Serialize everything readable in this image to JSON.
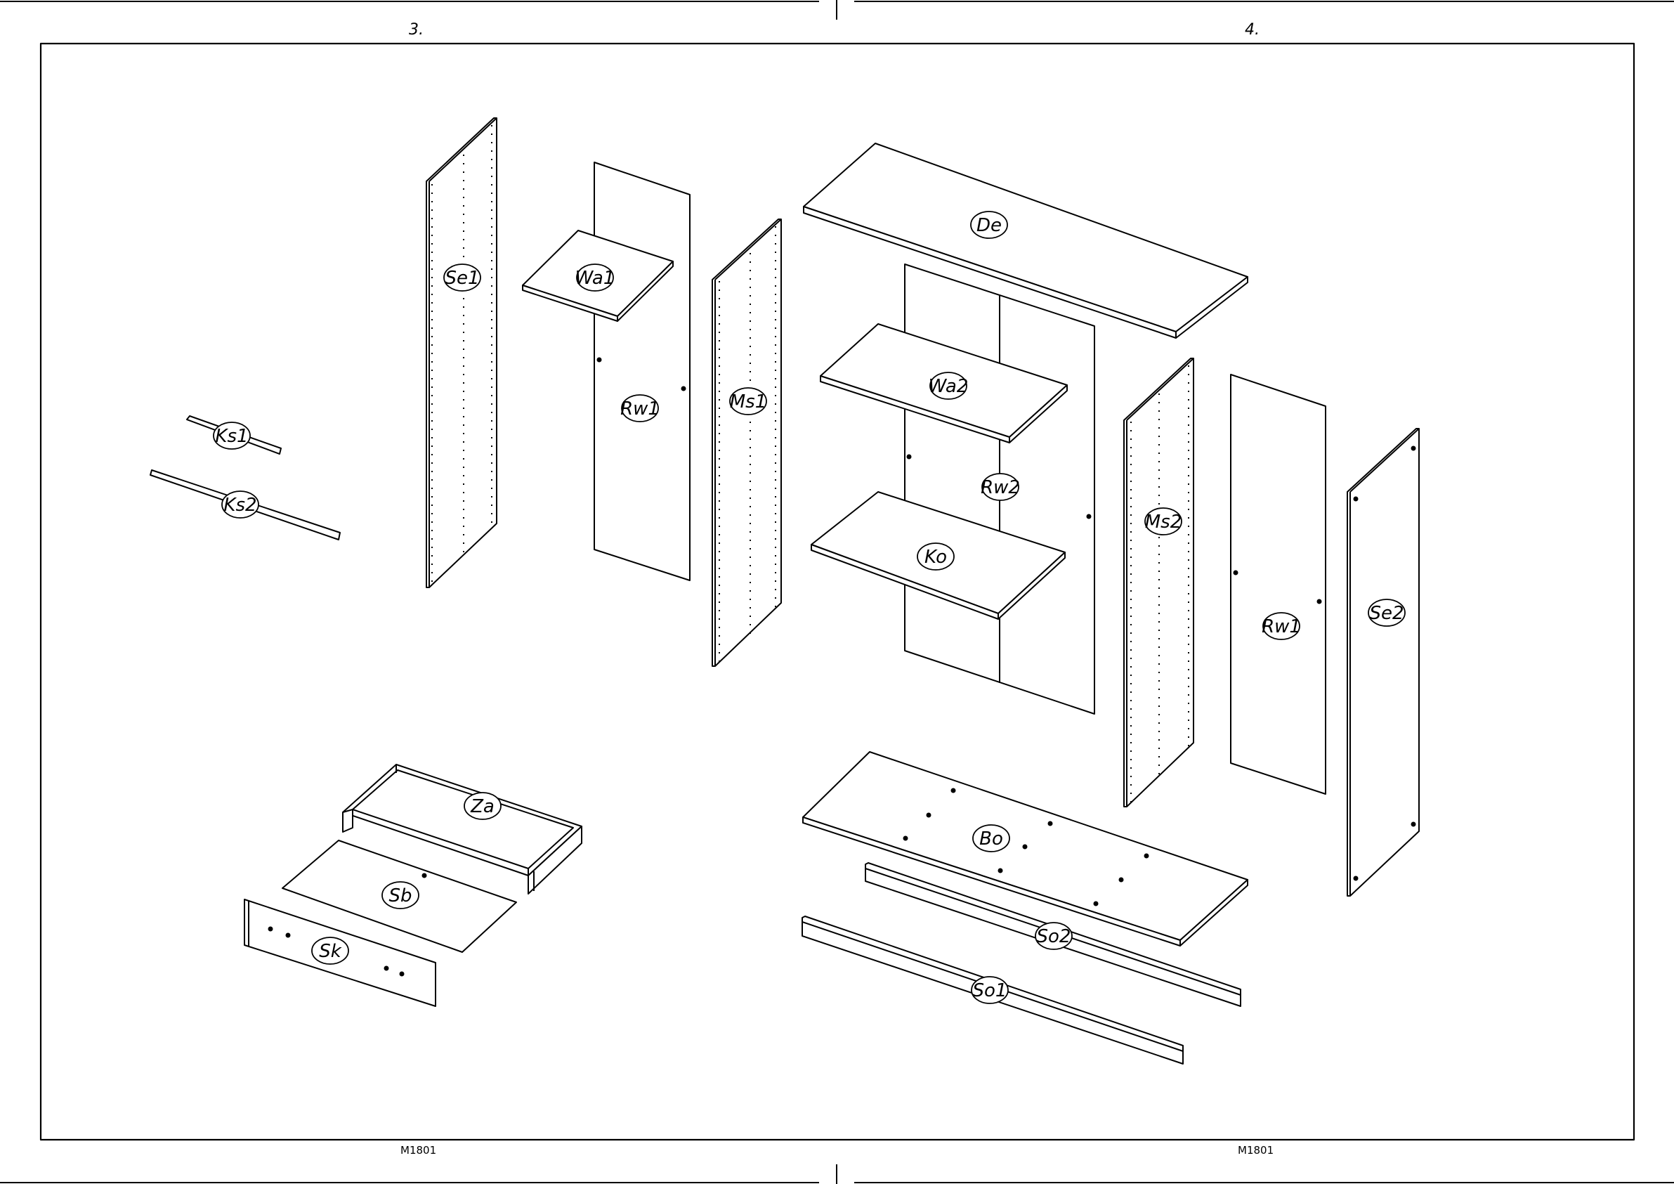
{
  "page_numbers": {
    "left": "3.",
    "right": "4."
  },
  "footer": {
    "left_code": "M1801",
    "right_code": "M1801"
  },
  "parts": {
    "se1": "Se1",
    "wa1": "Wa1",
    "rw1_left": "Rw1",
    "ms1": "Ms1",
    "ks1": "Ks1",
    "ks2": "Ks2",
    "de": "De",
    "wa2": "Wa2",
    "rw2": "Rw2",
    "ko": "Ko",
    "ms2": "Ms2",
    "rw1_right": "Rw1",
    "se2": "Se2",
    "za": "Za",
    "sb": "Sb",
    "sk": "Sk",
    "bo": "Bo",
    "so2": "So2",
    "so1": "So1"
  }
}
